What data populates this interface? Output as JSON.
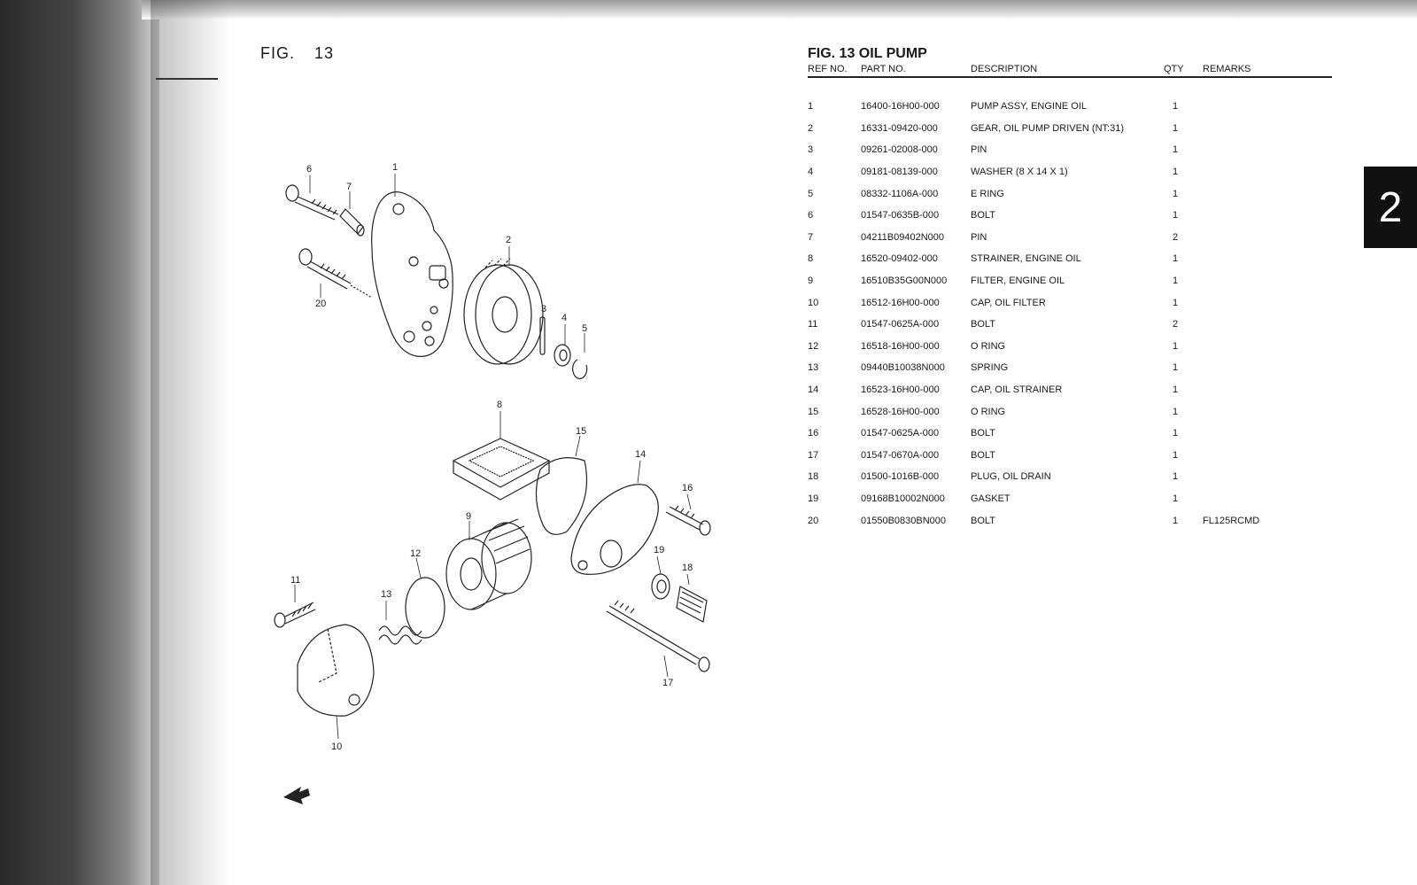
{
  "page": {
    "fig_label": "FIG.",
    "fig_number": "13",
    "section_tab": "2"
  },
  "parts_list": {
    "title": "FIG. 13 OIL PUMP",
    "headers": {
      "ref_no": "REF NO.",
      "part_no": "PART NO.",
      "description": "DESCRIPTION",
      "qty": "QTY",
      "remarks": "REMARKS"
    },
    "rows": [
      {
        "ref": "1",
        "part": "16400-16H00-000",
        "desc": "PUMP ASSY, ENGINE OIL",
        "qty": "1",
        "remarks": ""
      },
      {
        "ref": "2",
        "part": "16331-09420-000",
        "desc": "GEAR, OIL PUMP DRIVEN (NT:31)",
        "qty": "1",
        "remarks": ""
      },
      {
        "ref": "3",
        "part": "09261-02008-000",
        "desc": "PIN",
        "qty": "1",
        "remarks": ""
      },
      {
        "ref": "4",
        "part": "09181-08139-000",
        "desc": "WASHER (8 X 14 X 1)",
        "qty": "1",
        "remarks": ""
      },
      {
        "ref": "5",
        "part": "08332-1106A-000",
        "desc": "E RING",
        "qty": "1",
        "remarks": ""
      },
      {
        "ref": "6",
        "part": "01547-0635B-000",
        "desc": "BOLT",
        "qty": "1",
        "remarks": ""
      },
      {
        "ref": "7",
        "part": "04211B09402N000",
        "desc": "PIN",
        "qty": "2",
        "remarks": ""
      },
      {
        "ref": "8",
        "part": "16520-09402-000",
        "desc": "STRAINER, ENGINE OIL",
        "qty": "1",
        "remarks": ""
      },
      {
        "ref": "9",
        "part": "16510B35G00N000",
        "desc": "FILTER, ENGINE OIL",
        "qty": "1",
        "remarks": ""
      },
      {
        "ref": "10",
        "part": "16512-16H00-000",
        "desc": "CAP, OIL FILTER",
        "qty": "1",
        "remarks": ""
      },
      {
        "ref": "11",
        "part": "01547-0625A-000",
        "desc": "BOLT",
        "qty": "2",
        "remarks": ""
      },
      {
        "ref": "12",
        "part": "16518-16H00-000",
        "desc": "O RING",
        "qty": "1",
        "remarks": ""
      },
      {
        "ref": "13",
        "part": "09440B10038N000",
        "desc": "SPRING",
        "qty": "1",
        "remarks": ""
      },
      {
        "ref": "14",
        "part": "16523-16H00-000",
        "desc": "CAP, OIL STRAINER",
        "qty": "1",
        "remarks": ""
      },
      {
        "ref": "15",
        "part": "16528-16H00-000",
        "desc": "O RING",
        "qty": "1",
        "remarks": ""
      },
      {
        "ref": "16",
        "part": "01547-0625A-000",
        "desc": "BOLT",
        "qty": "1",
        "remarks": ""
      },
      {
        "ref": "17",
        "part": "01547-0670A-000",
        "desc": "BOLT",
        "qty": "1",
        "remarks": ""
      },
      {
        "ref": "18",
        "part": "01500-1016B-000",
        "desc": "PLUG, OIL DRAIN",
        "qty": "1",
        "remarks": ""
      },
      {
        "ref": "19",
        "part": "09168B10002N000",
        "desc": "GASKET",
        "qty": "1",
        "remarks": ""
      },
      {
        "ref": "20",
        "part": "01550B0830BN000",
        "desc": "BOLT",
        "qty": "1",
        "remarks": "FL125RCMD"
      }
    ]
  },
  "diagram_callouts": [
    "6",
    "1",
    "7",
    "2",
    "20",
    "3",
    "4",
    "5",
    "8",
    "15",
    "14",
    "16",
    "9",
    "12",
    "19",
    "18",
    "11",
    "13",
    "17",
    "10"
  ]
}
